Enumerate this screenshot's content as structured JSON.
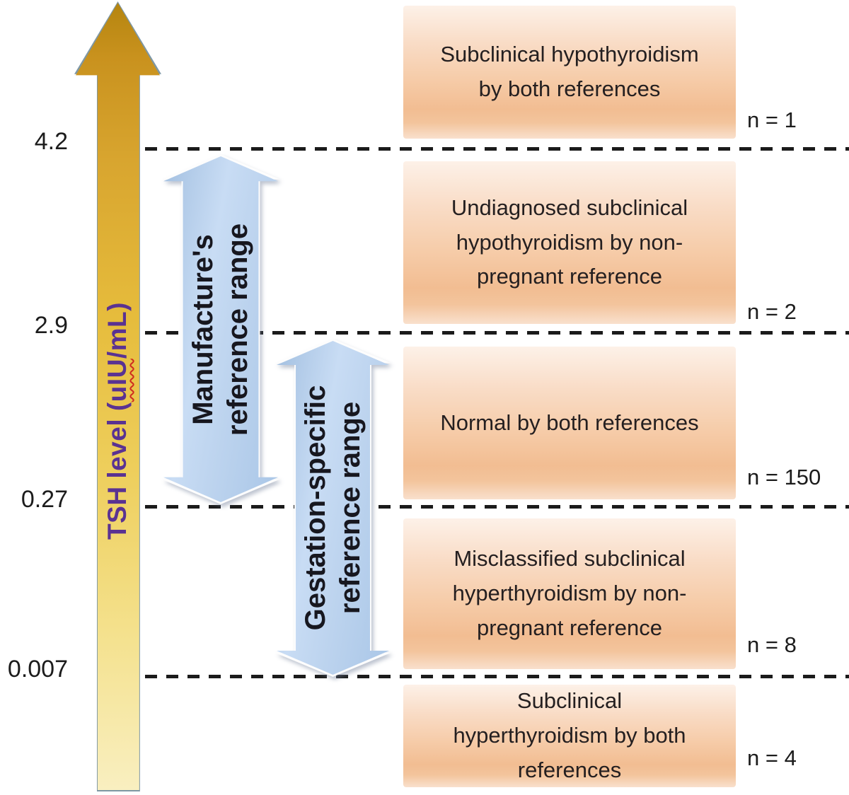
{
  "axis": {
    "label_pre": "TSH level (",
    "label_unit": "uIU",
    "label_post": "/mL)",
    "ticks": [
      "4.2",
      "2.9",
      "0.27",
      "0.007"
    ]
  },
  "ranges": [
    {
      "name": "manufacturer",
      "lines": [
        "Manufacture's",
        "reference range"
      ]
    },
    {
      "name": "gestation-specific",
      "lines": [
        "Gestation-specific",
        "reference range"
      ]
    }
  ],
  "zones": [
    {
      "lines": [
        "Subclinical hypothyroidism",
        "by both references"
      ],
      "count": "n = 1"
    },
    {
      "lines": [
        "Undiagnosed subclinical",
        "hypothyroidism by non-",
        "pregnant reference"
      ],
      "count": "n = 2"
    },
    {
      "lines": [
        "Normal by both references"
      ],
      "count": "n = 150"
    },
    {
      "lines": [
        "Misclassified subclinical",
        "hyperthyroidism by non-",
        "pregnant reference"
      ],
      "count": "n = 8"
    },
    {
      "lines": [
        "Subclinical",
        "hyperthyroidism by both",
        "references"
      ],
      "count": "n = 4"
    }
  ],
  "colors": {
    "tsh_arrow_top": "#c9921e",
    "tsh_arrow_bottom": "#f9efc0",
    "tsh_label_purple": "#5a3292",
    "spellcheck_wavy_red": "#cf2b20",
    "range_arrow_blue": "#bcd3ee",
    "zone_peach": "#f5c9a6",
    "dash_line_black": "#1b1b1b"
  }
}
